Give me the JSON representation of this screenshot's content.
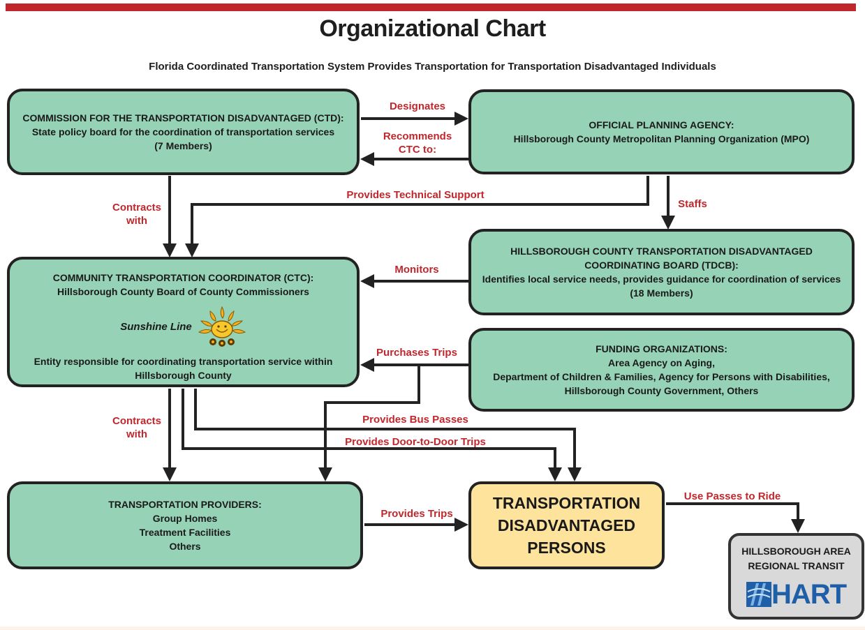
{
  "header": {
    "title": "Organizational Chart",
    "subtitle": "Florida Coordinated Transportation System Provides Transportation for Transportation Disadvantaged Individuals"
  },
  "nodes": {
    "ctd": {
      "lines": [
        "COMMISSION FOR THE TRANSPORTATION DISADVANTAGED (CTD):",
        "State policy board for the coordination of transportation services",
        "(7 Members)"
      ]
    },
    "opa": {
      "lines": [
        "OFFICIAL PLANNING AGENCY:",
        "Hillsborough County Metropolitan Planning Organization (MPO)"
      ]
    },
    "tdcb": {
      "lines": [
        "HILLSBOROUGH COUNTY TRANSPORTATION DISADVANTAGED",
        "COORDINATING BOARD (TDCB):",
        "Identifies local service needs, provides guidance for coordination of services",
        "(18 Members)"
      ]
    },
    "ctc": {
      "lines": [
        "COMMUNITY TRANSPORTATION COORDINATOR (CTC):",
        "Hillsborough County Board of County Commissioners"
      ],
      "brand": "Sunshine Line",
      "footer_lines": [
        "Entity responsible for coordinating transportation service within",
        "Hillsborough County"
      ]
    },
    "fund": {
      "lines": [
        "FUNDING ORGANIZATIONS:",
        "Area Agency on Aging,",
        "Department of Children & Families, Agency for Persons with Disabilities,",
        "Hillsborough County Government, Others"
      ]
    },
    "prov": {
      "lines": [
        "TRANSPORTATION PROVIDERS:",
        "Group Homes",
        "Treatment Facilities",
        "Others"
      ]
    },
    "tdp": {
      "lines": [
        "TRANSPORTATION",
        "DISADVANTAGED",
        "PERSONS"
      ]
    },
    "hart": {
      "lines": [
        "HILLSBOROUGH AREA",
        "REGIONAL TRANSIT"
      ],
      "logo_text": "HART"
    }
  },
  "edges": {
    "designates": "Designates",
    "recommends_1": "Recommends",
    "recommends_2": "CTC to:",
    "contracts_top_1": "Contracts",
    "contracts_top_2": "with",
    "tech_support": "Provides Technical Support",
    "staffs": "Staffs",
    "monitors": "Monitors",
    "purchases": "Purchases Trips",
    "contracts_bottom_1": "Contracts",
    "contracts_bottom_2": "with",
    "bus_passes": "Provides Bus Passes",
    "door_trips": "Provides Door-to-Door Trips",
    "provides_trips": "Provides Trips",
    "use_passes": "Use Passes to Ride"
  },
  "colors": {
    "box_green": "#96d2b6",
    "box_yellow": "#fde39b",
    "box_gray": "#d9d9d9",
    "label_red": "#c0272d",
    "hart_blue": "#1f5fa8"
  }
}
